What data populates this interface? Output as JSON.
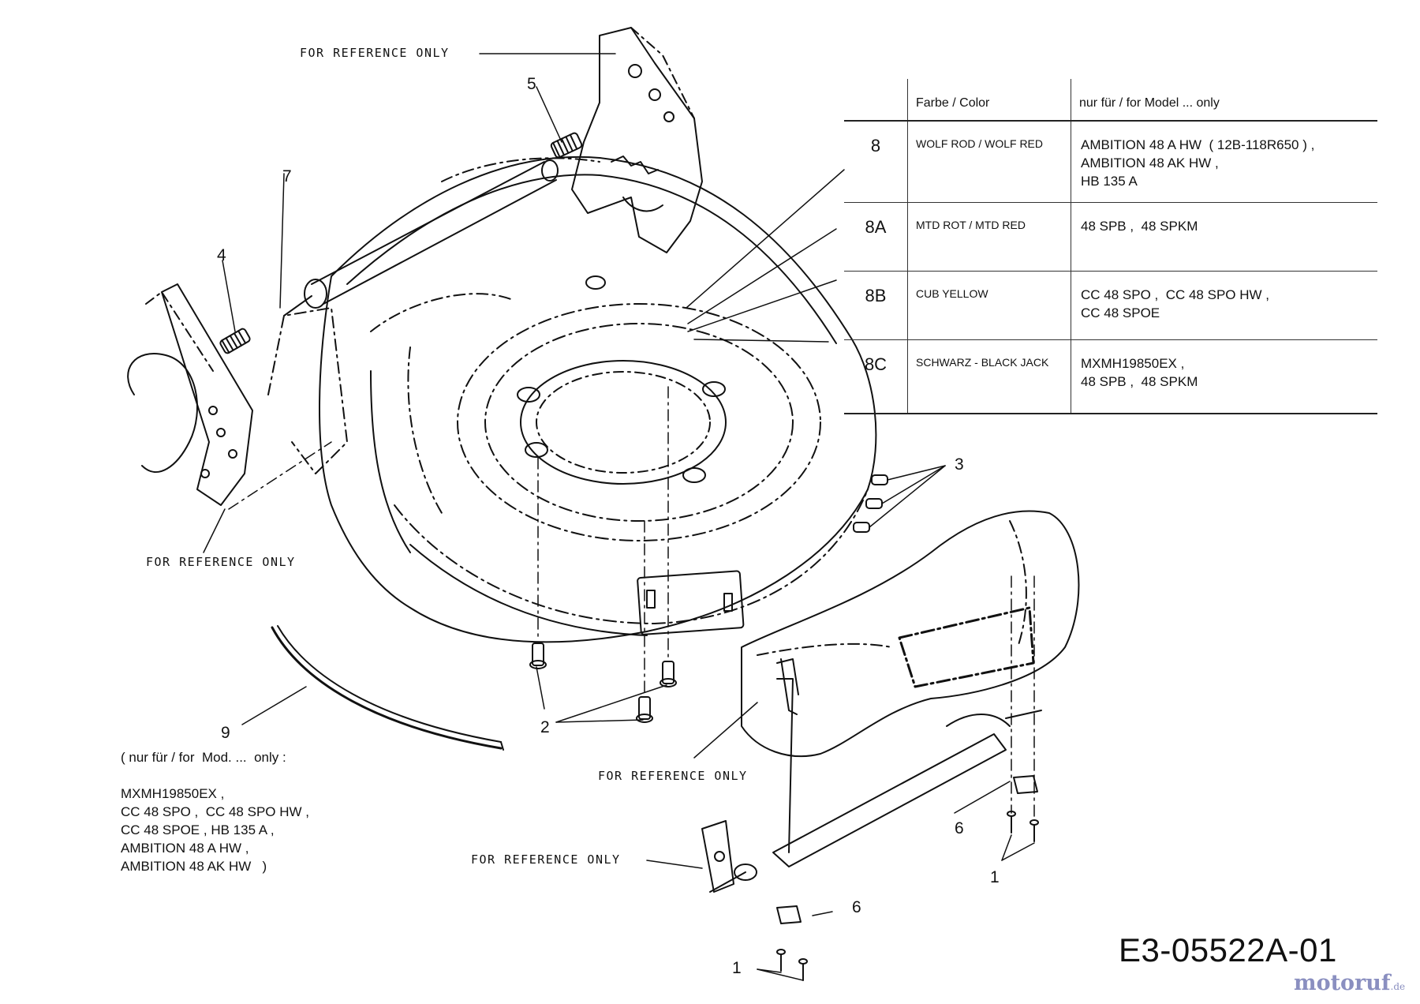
{
  "reference_label": "FOR REFERENCE ONLY",
  "part_numbers": {
    "n1": "1",
    "n2": "2",
    "n3": "3",
    "n4": "4",
    "n5": "5",
    "n6": "6",
    "n7": "7",
    "n8": "8",
    "n8a": "8A",
    "n8b": "8B",
    "n8c": "8C",
    "n9": "9"
  },
  "color_table": {
    "header": {
      "code": "",
      "color": "Farbe / Color",
      "models": "nur für / for  Model  ... only"
    },
    "rows": [
      {
        "code": "8",
        "color": "WOLF ROD / WOLF RED",
        "models": "AMBITION 48 A HW  ( 12B-118R650 ) ,\nAMBITION 48 AK HW ,\nHB 135 A"
      },
      {
        "code": "8A",
        "color": "MTD ROT / MTD RED",
        "models": "48 SPB ,  48 SPKM"
      },
      {
        "code": "8B",
        "color": "CUB YELLOW",
        "models": "CC 48 SPO ,  CC 48 SPO HW ,\nCC 48 SPOE"
      },
      {
        "code": "8C",
        "color": "SCHWARZ - BLACK JACK",
        "models": "MXMH19850EX ,\n48 SPB ,  48 SPKM"
      }
    ]
  },
  "part9_note": "( nur für / for  Mod. ...  only :\n\nMXMH19850EX ,\nCC 48 SPO ,  CC 48 SPO HW ,\nCC 48 SPOE , HB 135 A ,\nAMBITION 48 A HW ,\nAMBITION 48 AK HW   )",
  "drawing_id": "E3-05522A-01",
  "watermark": {
    "main": "motoruf",
    "suffix": ".de"
  }
}
